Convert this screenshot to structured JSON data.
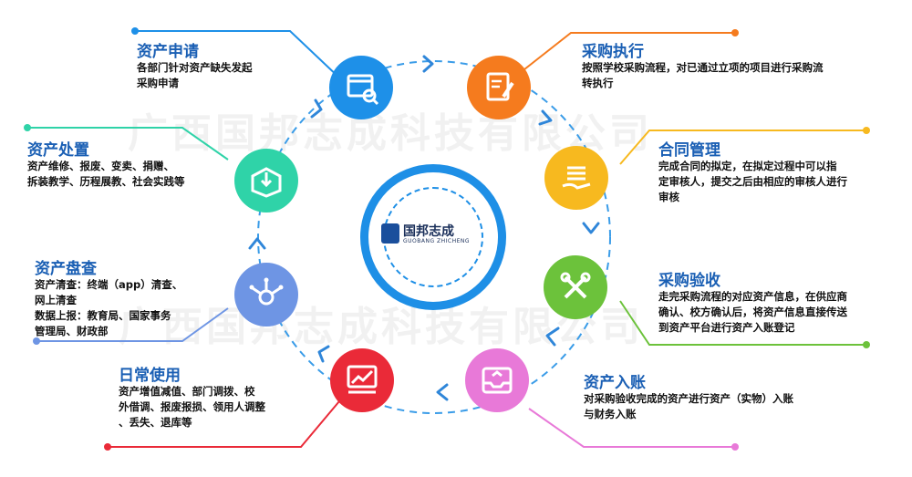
{
  "company_logo": {
    "name_cn": "国邦志成",
    "name_en": "GUOBANG ZHICHENG"
  },
  "watermark": {
    "text": "广西国邦志成科技有限公司"
  },
  "steps": [
    {
      "id": "apply",
      "title": "资产申请",
      "icon": "search-window-icon",
      "color": "#1e90e8",
      "lines": [
        "各部门针对资产缺失发起",
        "采购申请"
      ]
    },
    {
      "id": "purchase",
      "title": "采购执行",
      "icon": "edit-document-icon",
      "color": "#f57b1e",
      "lines": [
        "按照学校采购流程，对已通过立项的项目进行采购流",
        "转执行"
      ]
    },
    {
      "id": "contract",
      "title": "合同管理",
      "icon": "document-hand-icon",
      "color": "#f7b91f",
      "lines": [
        "完成合同的拟定，在拟定过程中可以指",
        "定审核人，提交之后由相应的审核人进行",
        "审核"
      ]
    },
    {
      "id": "acceptance",
      "title": "采购验收",
      "icon": "tools-icon",
      "color": "#6cc23b",
      "lines": [
        "走完采购流程的对应资产信息，在供应商",
        "确认、校方确认后，将资产信息直接传送",
        "到资产平台进行资产入账登记"
      ]
    },
    {
      "id": "entry",
      "title": "资产入账",
      "icon": "inbox-tray-icon",
      "color": "#e879d8",
      "lines": [
        "对采购验收完成的资产进行资产（实物）入账",
        "与财务入账"
      ]
    },
    {
      "id": "daily",
      "title": "日常使用",
      "icon": "chart-screen-icon",
      "color": "#ea2a38",
      "lines": [
        "资产增值减值、部门调拨、校",
        "外借调、报废报损、领用人调整",
        "、丢失、退库等"
      ]
    },
    {
      "id": "inventory",
      "title": "资产盘查",
      "icon": "network-hub-icon",
      "color": "#6e95e4",
      "lines": [
        "资产清查：终端（app）清查、",
        "网上清查",
        "数据上报：教育局、国家事务",
        "管理局、财政部"
      ]
    },
    {
      "id": "disposal",
      "title": "资产处置",
      "icon": "box-download-icon",
      "color": "#2fd3a8",
      "lines": [
        "资产维修、报废、变卖、捐赠、",
        "拆装教学、历程展教、社会实践等"
      ]
    }
  ],
  "colors": {
    "title": "#1a5fb4",
    "hub": "#1e8fe6",
    "dashes": "#3a9ce8"
  }
}
